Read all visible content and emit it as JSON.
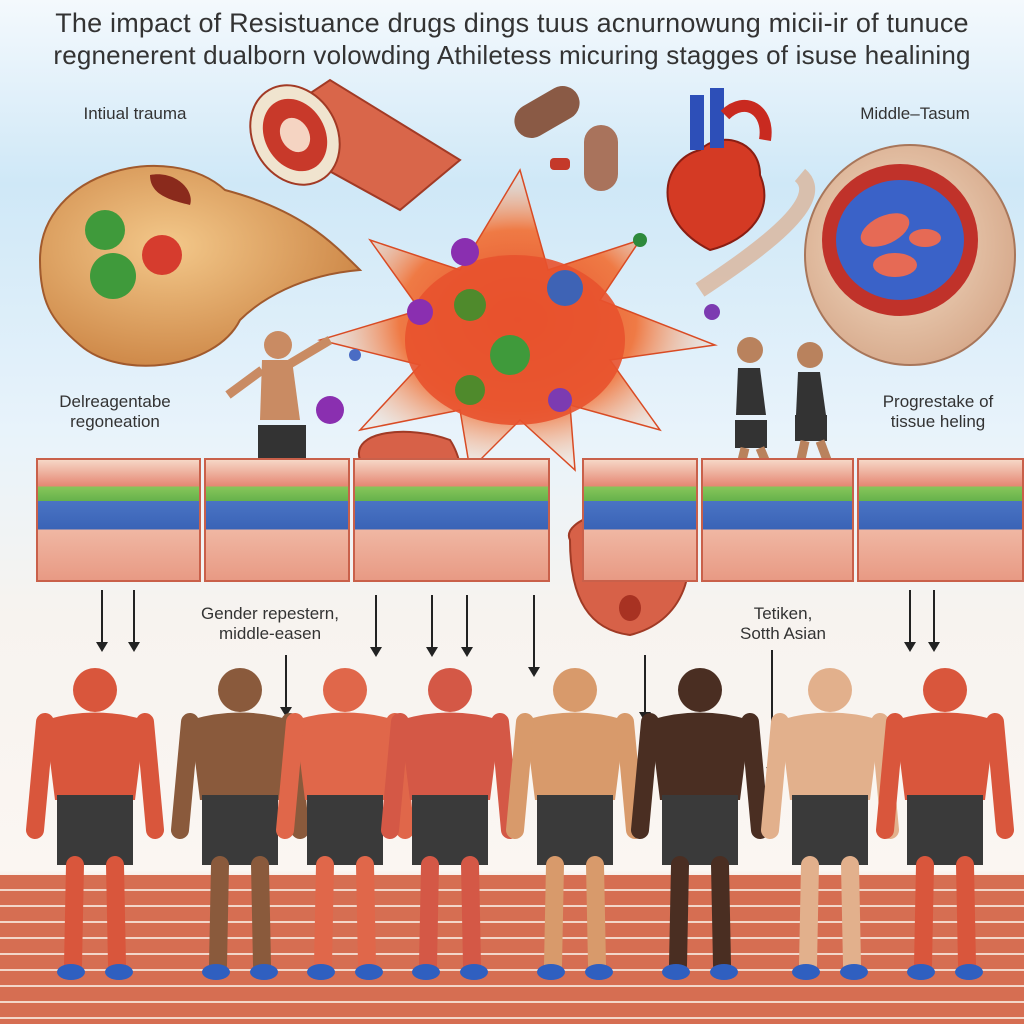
{
  "title": {
    "line1": "The impact of Resistuance drugs dings tuus acnurnowung micii-ir of tunuce",
    "line2": "regnenerent dualborn volowding Athiletess micuring stagges of isuse healining"
  },
  "labels": {
    "initial_trauma": "Intiual trauma",
    "middle_tasum": "Middle–Tasum",
    "degeneration_line1": "Delreagentabe",
    "degeneration_line2": "regoneation",
    "progress_line1": "Progrestake of",
    "progress_line2": "tissue heling",
    "gender_line1": "Gender repestern,",
    "gender_line2": "middle-easen",
    "south_asian_line1": "Tetiken,",
    "south_asian_line2": "Sotth Asian"
  },
  "colors": {
    "muscle_red": "#d9563c",
    "shorts": "#3a3a3a",
    "track": "#d66e52",
    "cell_core": "#e25a2a"
  }
}
